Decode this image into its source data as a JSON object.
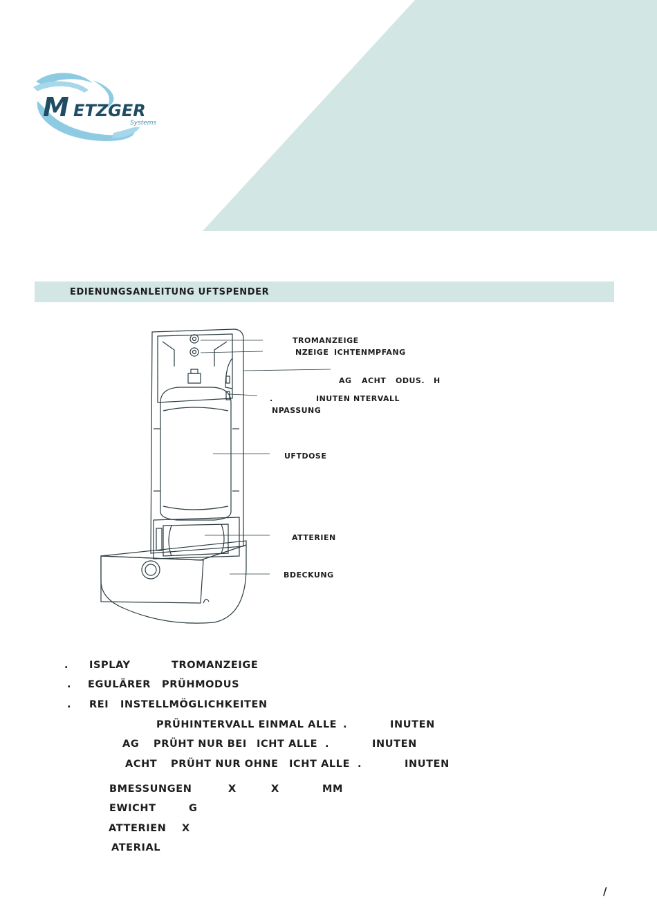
{
  "header": {
    "title": "EDIENUNGSANLEITUNG    UFTSPENDER"
  },
  "logo": {
    "brand_text": "ETZGER",
    "brand_initial": "M",
    "sub_text": "Systems",
    "color": "#8ecbe2",
    "text_color": "#1f4c63"
  },
  "diagram": {
    "labels": {
      "l1": "TROMANZEIGE",
      "l2a": "NZEIGE",
      "l2b": "ICHTENMPFANG",
      "l3a": "AG",
      "l3b": "ACHT",
      "l3c": "ODUS.",
      "l3d": "H",
      "l4a": ".",
      "l4b": "INUTEN",
      "l4c": "NTERVALL",
      "l4d": "NPASSUNG",
      "l5": "UFTDOSE",
      "l6": "ATTERIEN",
      "l7": "BDECKUNG"
    }
  },
  "list": {
    "item1": {
      "num": ".",
      "a": "ISPLAY",
      "b": "TROMANZEIGE"
    },
    "item2": {
      "num": ".",
      "a": "EGULÄRER",
      "b": "PRÜHMODUS"
    },
    "item3": {
      "num": ".",
      "a": "REI",
      "b": "INSTELLMÖGLICHKEITEN"
    },
    "sub1": {
      "a": "PRÜHINTERVALL EINMAL ALLE",
      "b": ".",
      "c": "INUTEN"
    },
    "sub2": {
      "a": "AG",
      "b": "PRÜHT NUR BEI",
      "c": "ICHT ALLE",
      "d": ".",
      "e": "INUTEN"
    },
    "sub3": {
      "a": "ACHT",
      "b": "PRÜHT NUR OHNE",
      "c": "ICHT ALLE",
      "d": ".",
      "e": "INUTEN"
    }
  },
  "specs": {
    "dim": {
      "a": "BMESSUNGEN",
      "x1": "X",
      "x2": "X",
      "unit": "MM"
    },
    "weight": {
      "a": "EWICHT",
      "unit": "G"
    },
    "batt": {
      "a": "ATTERIEN",
      "x": "X"
    },
    "mat": {
      "a": "ATERIAL"
    }
  },
  "page": {
    "number": "/"
  },
  "colors": {
    "triangle": "#d2e6e4",
    "band": "#d2e6e4",
    "text": "#1d1d1f"
  }
}
